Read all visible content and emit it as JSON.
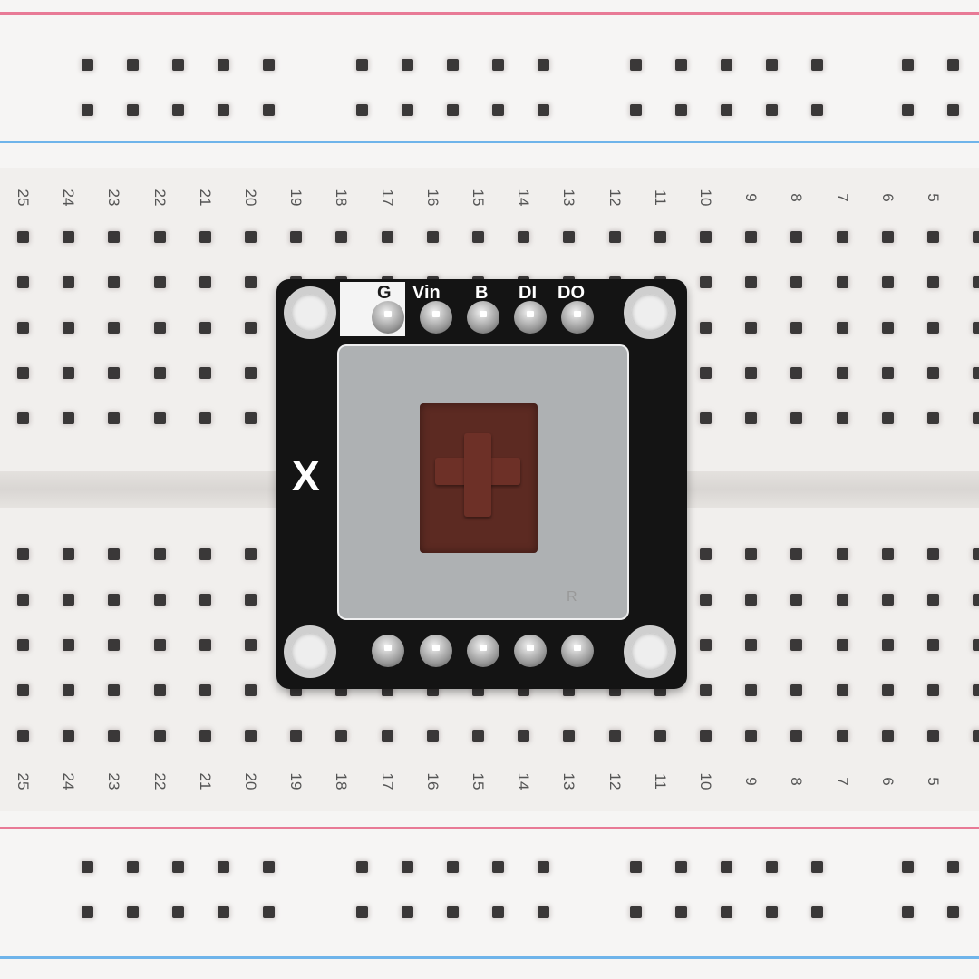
{
  "scene": {
    "description": "Mechanical key switch breakout board on a solderless breadboard",
    "colors": {
      "breadboard": "#f1efed",
      "power_rail_red": "#e87a96",
      "power_rail_blue": "#6fb4ea",
      "pcb": "#141414",
      "stem": "#5c2a22"
    }
  },
  "pcb": {
    "pin_labels_top": [
      "G",
      "Vin",
      "B",
      "DI",
      "DO"
    ],
    "logo": "X",
    "switch_housing_marks": [
      "R"
    ]
  },
  "breadboard": {
    "column_numbers_top": [
      "25",
      "24",
      "23",
      "22",
      "21",
      "20",
      "19",
      "18",
      "17",
      "16",
      "15",
      "14",
      "13",
      "12",
      "11",
      "10",
      "9",
      "8",
      "7",
      "6",
      "5"
    ],
    "column_numbers_bottom": [
      "25",
      "24",
      "23",
      "22",
      "21",
      "20",
      "19",
      "18",
      "17",
      "16",
      "15",
      "14",
      "13",
      "12",
      "11",
      "10",
      "9",
      "8",
      "7",
      "6",
      "5"
    ]
  }
}
